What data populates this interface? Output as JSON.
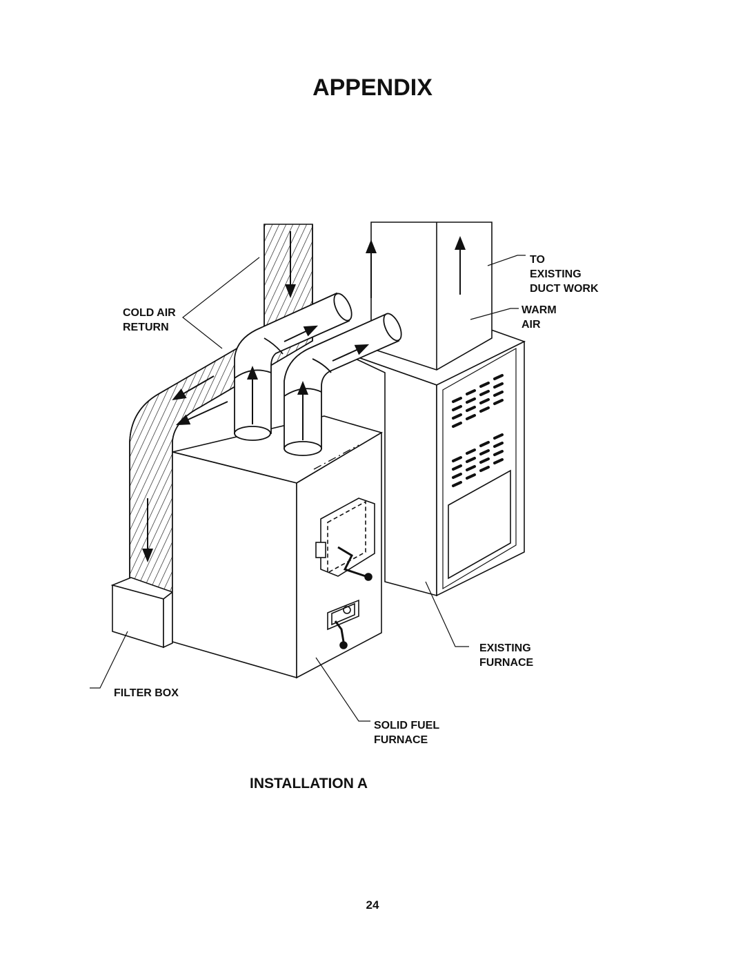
{
  "page": {
    "title": "APPENDIX",
    "figure_title": "INSTALLATION A",
    "page_number": "24"
  },
  "labels": {
    "cold_air_return": [
      "COLD AIR",
      "RETURN"
    ],
    "to_existing_duct_work": [
      "TO",
      "EXISTING",
      "DUCT WORK"
    ],
    "warm_air": [
      "WARM",
      "AIR"
    ],
    "existing_furnace": [
      "EXISTING",
      "FURNACE"
    ],
    "filter_box": [
      "FILTER BOX"
    ],
    "solid_fuel_furnace": [
      "SOLID FUEL",
      "FURNACE"
    ]
  },
  "colors": {
    "line": "#111111",
    "background": "#ffffff"
  }
}
